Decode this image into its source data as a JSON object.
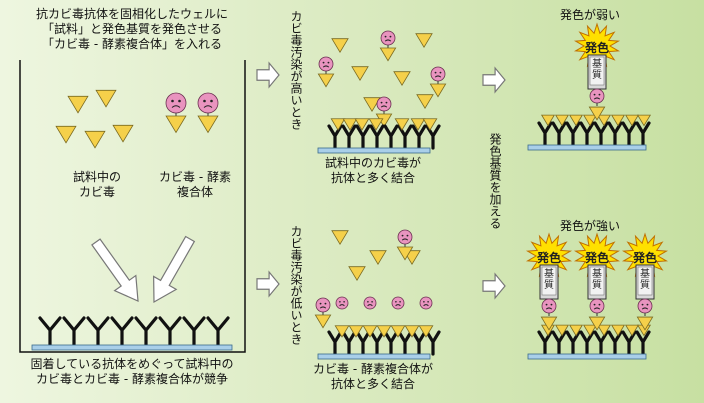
{
  "instruction": [
    "抗カビ毒抗体を固相化したウェルに",
    "「試料」と発色基質を発色させる",
    "「カビ毒 - 酵素複合体」を入れる"
  ],
  "sample_label": [
    "試料中の",
    "カビ毒"
  ],
  "complex_label": [
    "カビ毒 - 酵素",
    "複合体"
  ],
  "bottom_caption": [
    "固着している抗体をめぐって試料中の",
    "カビ毒とカビ毒 - 酵素複合体が競争"
  ],
  "high_label": "カビ毒汚染が高いとき",
  "low_label": "カビ毒汚染が低いとき",
  "high_result": [
    "試料中のカビ毒が",
    "抗体と多く結合"
  ],
  "low_result": [
    "カビ毒 - 酵素複合体が",
    "抗体と多く結合"
  ],
  "add_substrate": "発色基質を加える",
  "weak_color": "発色が弱い",
  "strong_color": "発色が強い",
  "burst_text": "発色",
  "substrate_text": [
    "基",
    "質"
  ],
  "colors": {
    "toxin": "#f5d04a",
    "enzyme": "#e994bf",
    "burst": "#ffe000",
    "plate": "#a9cfe9",
    "well": "#111111"
  }
}
